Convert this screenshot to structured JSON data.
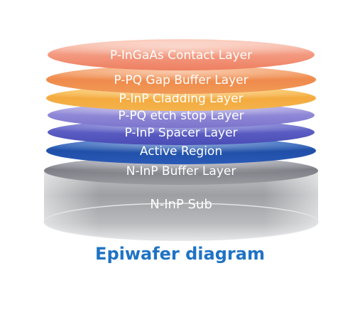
{
  "diagram": {
    "caption": "Epiwafer diagram",
    "layers": [
      {
        "label": "P-InGaAs Contact Layer",
        "color": "#f39a80"
      },
      {
        "label": "P-PQ Gap Buffer Layer",
        "color": "#ef8a4c"
      },
      {
        "label": "P-InP Cladding Layer",
        "color": "#f5b23a"
      },
      {
        "label": "P-PQ etch stop Layer",
        "color": "#8f87d6"
      },
      {
        "label": "P-InP Spacer Layer",
        "color": "#5a5cc2"
      },
      {
        "label": "Active Region",
        "color": "#1f4fa8"
      },
      {
        "label": "N-InP Buffer Layer",
        "color": "#8c8c94"
      }
    ],
    "substrate": {
      "label": "N-InP Sub",
      "color": "#a9abaf"
    }
  }
}
